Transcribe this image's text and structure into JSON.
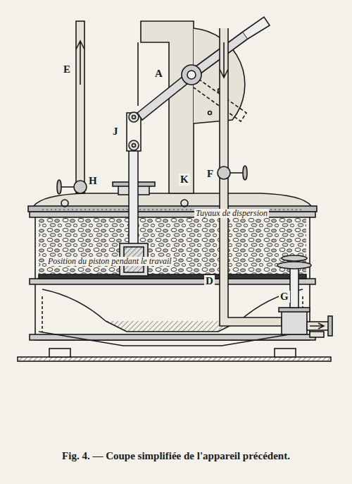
{
  "diagram": {
    "caption": "Fig. 4. — Coupe simplifiée de l'appareil précédent.",
    "labels": [
      "A",
      "J",
      "H",
      "F",
      "K",
      "E",
      "D",
      "G",
      "Tuyaux de dispersion",
      "Position du piston pendant le travail"
    ]
  }
}
